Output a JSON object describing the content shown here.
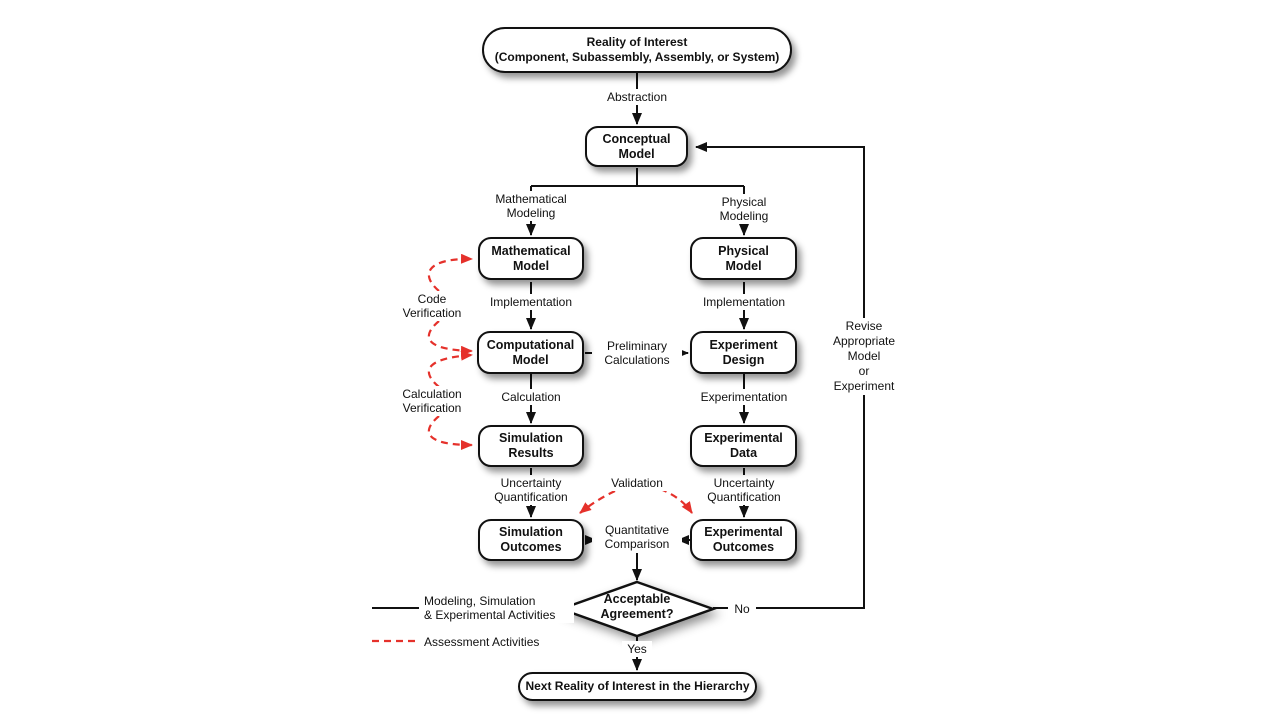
{
  "palette": {
    "assessment_red": "#e5312b",
    "line_black": "#111111",
    "background": "#ffffff"
  },
  "nodes": {
    "reality": "Reality of Interest\n(Component, Subassembly, Assembly, or System)",
    "conceptual_model": "Conceptual\nModel",
    "mathematical_model": "Mathematical\nModel",
    "physical_model": "Physical\nModel",
    "computational_model": "Computational\nModel",
    "experiment_design": "Experiment\nDesign",
    "simulation_results": "Simulation\nResults",
    "experimental_data": "Experimental\nData",
    "simulation_outcomes": "Simulation\nOutcomes",
    "experimental_outcomes": "Experimental\nOutcomes",
    "acceptable_agreement": "Acceptable\nAgreement?",
    "next_reality": "Next Reality of Interest in the Hierarchy"
  },
  "edge_labels": {
    "abstraction": "Abstraction",
    "mathematical_modeling": "Mathematical\nModeling",
    "physical_modeling": "Physical\nModeling",
    "implementation_left": "Implementation",
    "implementation_right": "Implementation",
    "preliminary_calculations": "Preliminary\nCalculations",
    "calculation": "Calculation",
    "experimentation": "Experimentation",
    "uncertainty_quantification_left": "Uncertainty\nQuantification",
    "uncertainty_quantification_right": "Uncertainty\nQuantification",
    "validation": "Validation",
    "quantitative_comparison": "Quantitative\nComparison",
    "code_verification": "Code\nVerification",
    "calculation_verification": "Calculation\nVerification",
    "revise": "Revise\nAppropriate\nModel\nor\nExperiment",
    "no": "No",
    "yes": "Yes"
  },
  "legend": {
    "solid_label": "Modeling, Simulation\n& Experimental Activities",
    "dashed_label": "Assessment Activities"
  }
}
